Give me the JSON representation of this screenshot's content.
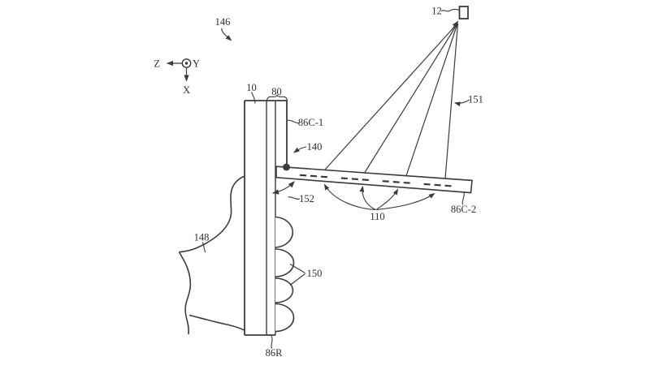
{
  "figure": {
    "colors": {
      "background": "#ffffff",
      "line": "#3b3b3b",
      "text": "#303030"
    },
    "axis_labels": {
      "z": "Z",
      "y": "Y",
      "x": "X"
    },
    "reference_numerals": {
      "figure_ref": "146",
      "external_object": "12",
      "light_rays": "151",
      "housing": "10",
      "display_layers": "80",
      "cover_layer_1": "86C-1",
      "bend_point": "140",
      "bend_rotation": "152",
      "light_emitters": "110",
      "cover_layer_2": "86C-2",
      "hand": "148",
      "fingers": "150",
      "cover_layer_rolled": "86R"
    }
  }
}
